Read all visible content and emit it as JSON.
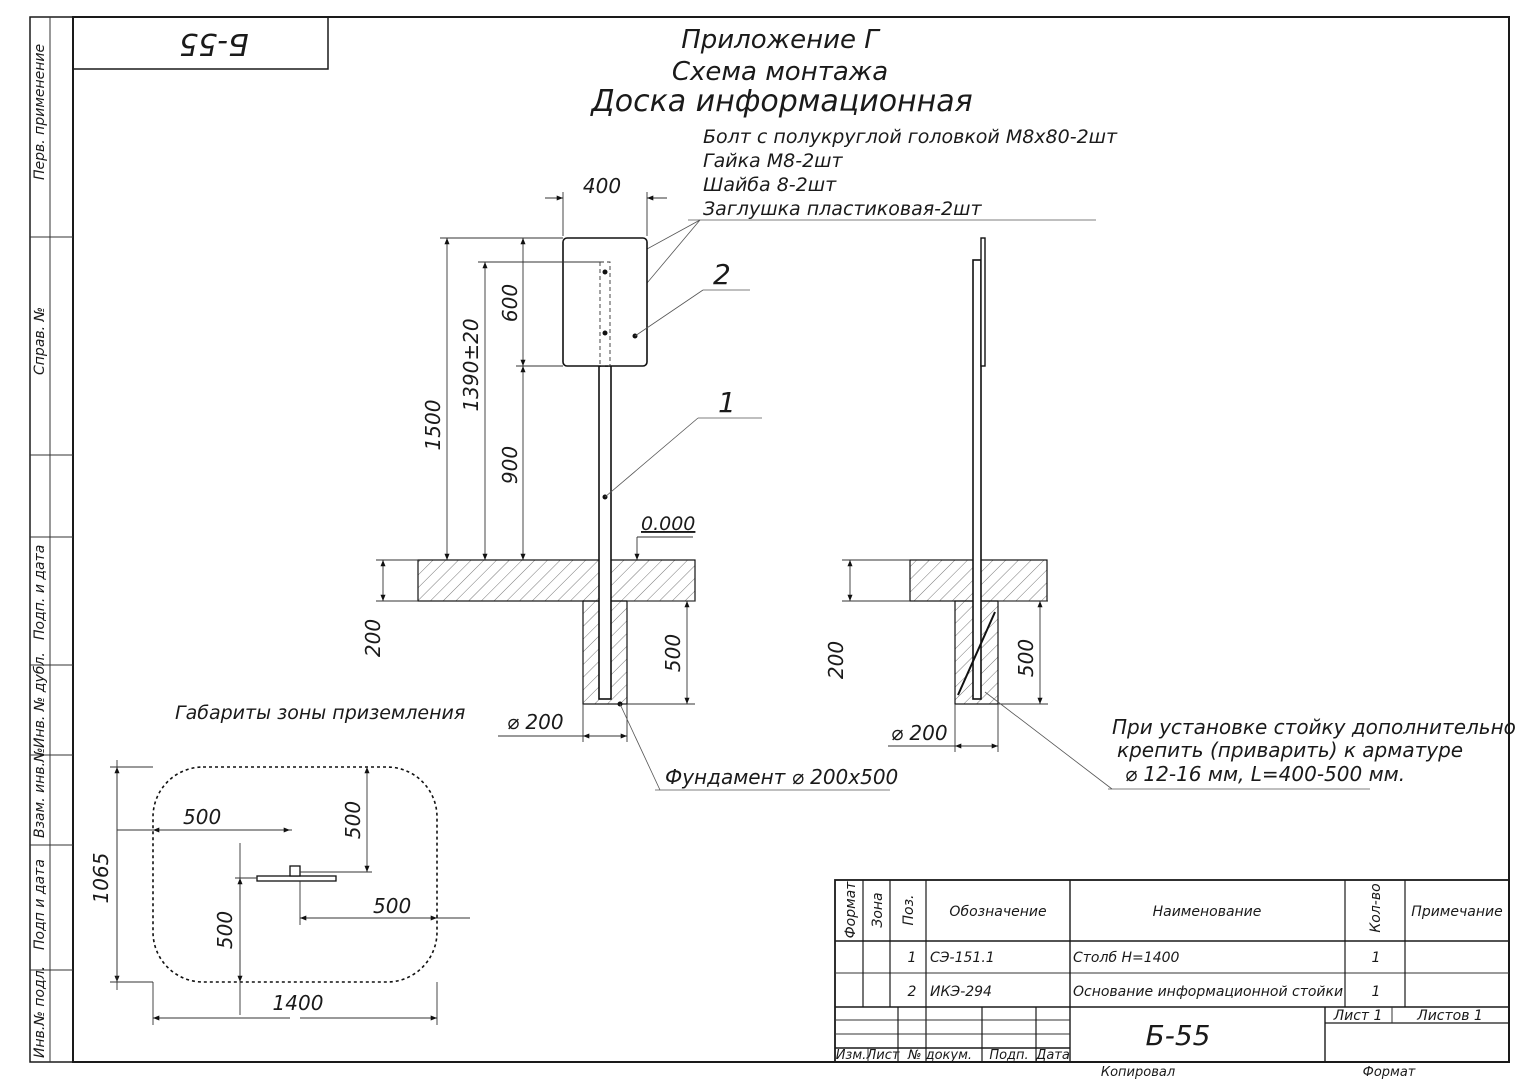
{
  "sheet": {
    "code_rotated": "Б-55",
    "code": "Б-55",
    "side_labels": [
      "Перв. применение",
      "Справ. №",
      "Подп. и дата",
      "Инв. № дубл.",
      "Взам. инв.№",
      "Подп и дата",
      "Инв.№ подл."
    ],
    "footer_copy": "Копировал",
    "footer_format": "Формат"
  },
  "title": {
    "line1": "Приложение Г",
    "line2": "Схема монтажа",
    "line3": "Доска информационная"
  },
  "hardware": [
    "Болт с полукруглой головкой М8х80-2шт",
    "Гайка М8-2шт",
    "Шайба 8-2шт",
    "Заглушка пластиковая-2шт"
  ],
  "front_view": {
    "dim_width": "400",
    "dim_board": "600",
    "dim_total": "1390±20",
    "dim_full": "1500",
    "dim_low": "900",
    "dim_slab": "200",
    "dim_depth": "500",
    "dim_dia": "⌀ 200",
    "level": "0.000",
    "pos1": "1",
    "pos2": "2",
    "foundation": "Фундамент ⌀ 200х500"
  },
  "side_view": {
    "dim_slab": "200",
    "dim_depth": "500",
    "dim_dia": "⌀ 200",
    "note_line1": "При установке стойку дополнительно",
    "note_line2": "крепить (приварить) к арматуре",
    "note_line3": "⌀ 12-16 мм, L=400-500 мм."
  },
  "grounding": {
    "title": "Габариты зоны приземления",
    "d_top": "500",
    "d_top_v": "500",
    "d_right": "500",
    "d_left_v": "500",
    "d_height": "1065",
    "d_width": "1400"
  },
  "spec_table": {
    "headers": {
      "format": "Формат",
      "zone": "Зона",
      "pos": "Поз.",
      "designation": "Обозначение",
      "name": "Наименование",
      "qty": "Кол-во",
      "note": "Примечание"
    },
    "rows": [
      {
        "pos": "1",
        "designation": "СЭ-151.1",
        "name": "Столб Н=1400",
        "qty": "1"
      },
      {
        "pos": "2",
        "designation": "ИКЭ-294",
        "name": "Основание информационной стойки",
        "qty": "1"
      }
    ]
  },
  "title_block": {
    "izm": "Изм.",
    "list": "Лист",
    "ndoc": "№ докум.",
    "podp": "Подп.",
    "data": "Дата",
    "sheet": "Лист 1",
    "sheets": "Листов 1"
  }
}
